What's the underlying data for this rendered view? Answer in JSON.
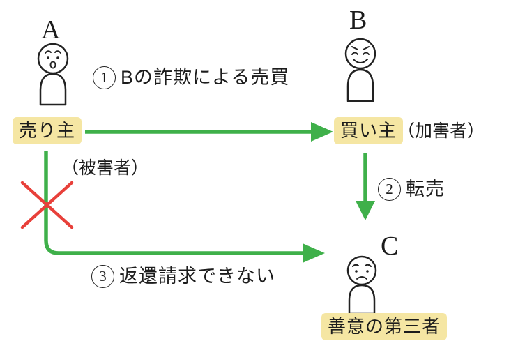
{
  "actors": {
    "a": {
      "letter": "A",
      "role": "売り主",
      "status": "（被害者）"
    },
    "b": {
      "letter": "B",
      "role": "買い主",
      "status": "（加害者）"
    },
    "c": {
      "letter": "C",
      "role": "善意の第三者"
    }
  },
  "steps": {
    "s1": {
      "num": "1",
      "label": "Bの詐欺による売買"
    },
    "s2": {
      "num": "2",
      "label": "転売"
    },
    "s3": {
      "num": "3",
      "label": "返還請求できない"
    }
  },
  "colors": {
    "green": "#3fb04a",
    "red": "#e8403a",
    "label-bg": "#f5e6a3",
    "ink": "#1c1c1c"
  }
}
